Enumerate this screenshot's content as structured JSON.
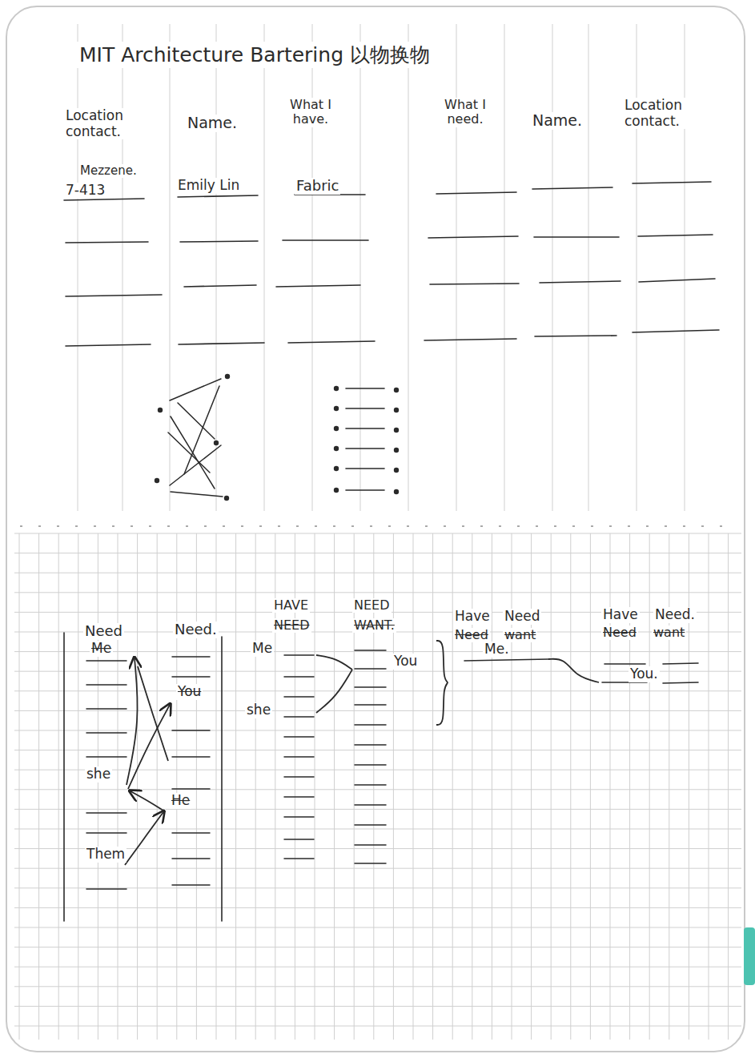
{
  "diagram": {
    "title": "MIT Architecture Bartering 以物换物",
    "labels": [
      "Location contact.",
      "Name.",
      "What I have.",
      "What I need.",
      "Name.",
      "Location contact.",
      "Mezzene.",
      "7-413",
      "Emily Lin",
      "Fabric",
      "Need",
      "Me",
      "Need.",
      "You",
      "she",
      "He",
      "Them",
      "HAVE",
      "NEED",
      "NEED",
      "WANT.",
      "Me",
      "she",
      "You",
      "Have",
      "Need",
      "Need",
      "want",
      "Me.",
      "Have",
      "Need.",
      "Need",
      "want",
      "You."
    ]
  }
}
